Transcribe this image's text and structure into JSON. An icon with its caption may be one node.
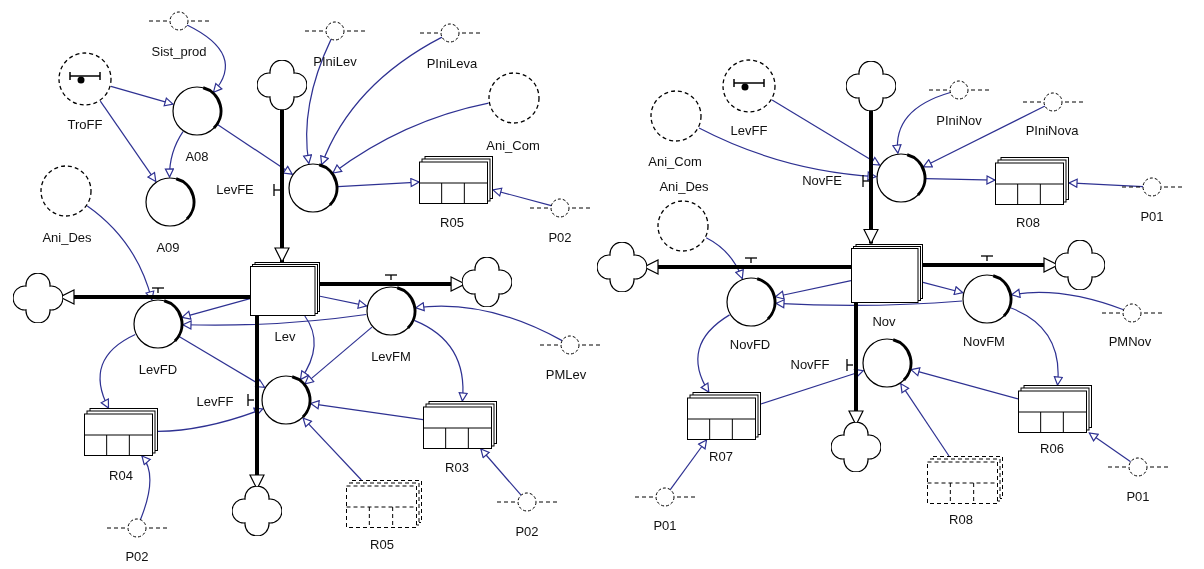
{
  "diagram": {
    "nodes": [
      {
        "text": [
          "Sist_prod"
        ]
      },
      {
        "text": [
          "TroFF"
        ]
      },
      {
        "text": [
          "A08"
        ]
      },
      {
        "text": [
          "A09"
        ]
      },
      {
        "text": [
          "Ani_Des"
        ]
      },
      {
        "text": [],
        "shape": "cloud"
      },
      {
        "text": [
          "PIniLev"
        ]
      },
      {
        "text": [
          "PIniLeva"
        ]
      },
      {
        "text": [
          "Ani_Com"
        ]
      },
      {
        "text": [
          "LevFE"
        ]
      },
      {
        "text": [
          "R05"
        ]
      },
      {
        "text": [
          "P02"
        ]
      },
      {
        "text": [
          "Lev"
        ]
      },
      {
        "text": [],
        "shape": "cloud"
      },
      {
        "text": [
          "LevFD"
        ]
      },
      {
        "text": [
          "LevFM"
        ]
      },
      {
        "text": [],
        "shape": "cloud"
      },
      {
        "text": [
          "PMLev"
        ]
      },
      {
        "text": [
          "LevFF"
        ]
      },
      {
        "text": [
          "R04"
        ]
      },
      {
        "text": [
          "R03"
        ]
      },
      {
        "text": [],
        "shape": "cloud"
      },
      {
        "text": [
          "R05"
        ]
      },
      {
        "text": [
          "P02"
        ]
      },
      {
        "text": [
          "P02"
        ]
      },
      {
        "text": [
          "LevFF"
        ]
      },
      {
        "text": [
          "Ani_Com"
        ]
      },
      {
        "text": [],
        "shape": "cloud"
      },
      {
        "text": [
          "PIniNov"
        ]
      },
      {
        "text": [
          "PIniNova"
        ]
      },
      {
        "text": [
          "NovFE"
        ]
      },
      {
        "text": [
          "R08"
        ]
      },
      {
        "text": [
          "P01"
        ]
      },
      {
        "text": [
          "Ani_Des"
        ]
      },
      {
        "text": [],
        "shape": "cloud"
      },
      {
        "text": [
          "NovFD"
        ]
      },
      {
        "text": [
          "Nov"
        ]
      },
      {
        "text": [
          "NovFM"
        ]
      },
      {
        "text": [],
        "shape": "cloud"
      },
      {
        "text": [
          "PMNov"
        ]
      },
      {
        "text": [
          "NovFF"
        ]
      },
      {
        "text": [
          "R07"
        ]
      },
      {
        "text": [],
        "shape": "cloud"
      },
      {
        "text": [
          "R06"
        ]
      },
      {
        "text": [
          "R08"
        ]
      },
      {
        "text": [
          "P01"
        ]
      },
      {
        "text": [
          "P01"
        ]
      }
    ],
    "edges": [
      {
        "from": 0,
        "to": 2,
        "arrow": "to"
      },
      {
        "from": 1,
        "to": 2,
        "arrow": "to"
      },
      {
        "from": 1,
        "to": 3,
        "arrow": "to"
      },
      {
        "from": 2,
        "to": 3,
        "arrow": "to"
      },
      {
        "from": 2,
        "to": 9,
        "arrow": "to"
      },
      {
        "from": 6,
        "to": 9,
        "arrow": "to"
      },
      {
        "from": 7,
        "to": 9,
        "arrow": "to"
      },
      {
        "from": 8,
        "to": 9,
        "arrow": "to"
      },
      {
        "from": 9,
        "to": 10,
        "arrow": "to"
      },
      {
        "from": 11,
        "to": 10,
        "arrow": "to"
      },
      {
        "from": 4,
        "to": 14,
        "arrow": "to"
      },
      {
        "from": 12,
        "to": 14,
        "arrow": "to"
      },
      {
        "from": 12,
        "to": 15,
        "arrow": "to"
      },
      {
        "from": 15,
        "to": 14,
        "arrow": "to"
      },
      {
        "from": 17,
        "to": 15,
        "arrow": "to"
      },
      {
        "from": 14,
        "to": 19,
        "arrow": "to"
      },
      {
        "from": 15,
        "to": 20,
        "arrow": "to"
      },
      {
        "from": 12,
        "to": 18,
        "arrow": "to"
      },
      {
        "from": 15,
        "to": 18,
        "arrow": "to"
      },
      {
        "from": 14,
        "to": 18,
        "arrow": "to"
      },
      {
        "from": 19,
        "to": 18,
        "arrow": "to"
      },
      {
        "from": 20,
        "to": 18,
        "arrow": "to"
      },
      {
        "from": 22,
        "to": 18,
        "arrow": "to"
      },
      {
        "from": 23,
        "to": 20,
        "arrow": "to"
      },
      {
        "from": 24,
        "to": 19,
        "arrow": "to"
      },
      {
        "from": 5,
        "to": 12,
        "arrow": "to",
        "style": "thick",
        "color": "#000000"
      },
      {
        "from": 12,
        "to": 13,
        "arrow": "to",
        "style": "thick",
        "color": "#000000"
      },
      {
        "from": 12,
        "to": 16,
        "arrow": "to",
        "style": "thick",
        "color": "#000000"
      },
      {
        "from": 12,
        "to": 21,
        "arrow": "to",
        "style": "thick",
        "color": "#000000"
      },
      {
        "from": 25,
        "to": 30,
        "arrow": "to"
      },
      {
        "from": 26,
        "to": 30,
        "arrow": "to"
      },
      {
        "from": 28,
        "to": 30,
        "arrow": "to"
      },
      {
        "from": 29,
        "to": 30,
        "arrow": "to"
      },
      {
        "from": 30,
        "to": 31,
        "arrow": "to"
      },
      {
        "from": 32,
        "to": 31,
        "arrow": "to"
      },
      {
        "from": 33,
        "to": 35,
        "arrow": "to"
      },
      {
        "from": 36,
        "to": 35,
        "arrow": "to"
      },
      {
        "from": 37,
        "to": 35,
        "arrow": "to"
      },
      {
        "from": 36,
        "to": 37,
        "arrow": "to"
      },
      {
        "from": 39,
        "to": 37,
        "arrow": "to"
      },
      {
        "from": 35,
        "to": 41,
        "arrow": "to"
      },
      {
        "from": 37,
        "to": 43,
        "arrow": "to"
      },
      {
        "from": 41,
        "to": 40,
        "arrow": "to"
      },
      {
        "from": 43,
        "to": 40,
        "arrow": "to"
      },
      {
        "from": 44,
        "to": 40,
        "arrow": "to"
      },
      {
        "from": 45,
        "to": 43,
        "arrow": "to"
      },
      {
        "from": 46,
        "to": 41,
        "arrow": "to"
      },
      {
        "from": 27,
        "to": 36,
        "arrow": "to",
        "style": "thick",
        "color": "#000000"
      },
      {
        "from": 36,
        "to": 34,
        "arrow": "to",
        "style": "thick",
        "color": "#000000"
      },
      {
        "from": 36,
        "to": 38,
        "arrow": "to",
        "style": "thick",
        "color": "#000000"
      },
      {
        "from": 36,
        "to": 42,
        "arrow": "to",
        "style": "thick",
        "color": "#000000"
      }
    ]
  }
}
